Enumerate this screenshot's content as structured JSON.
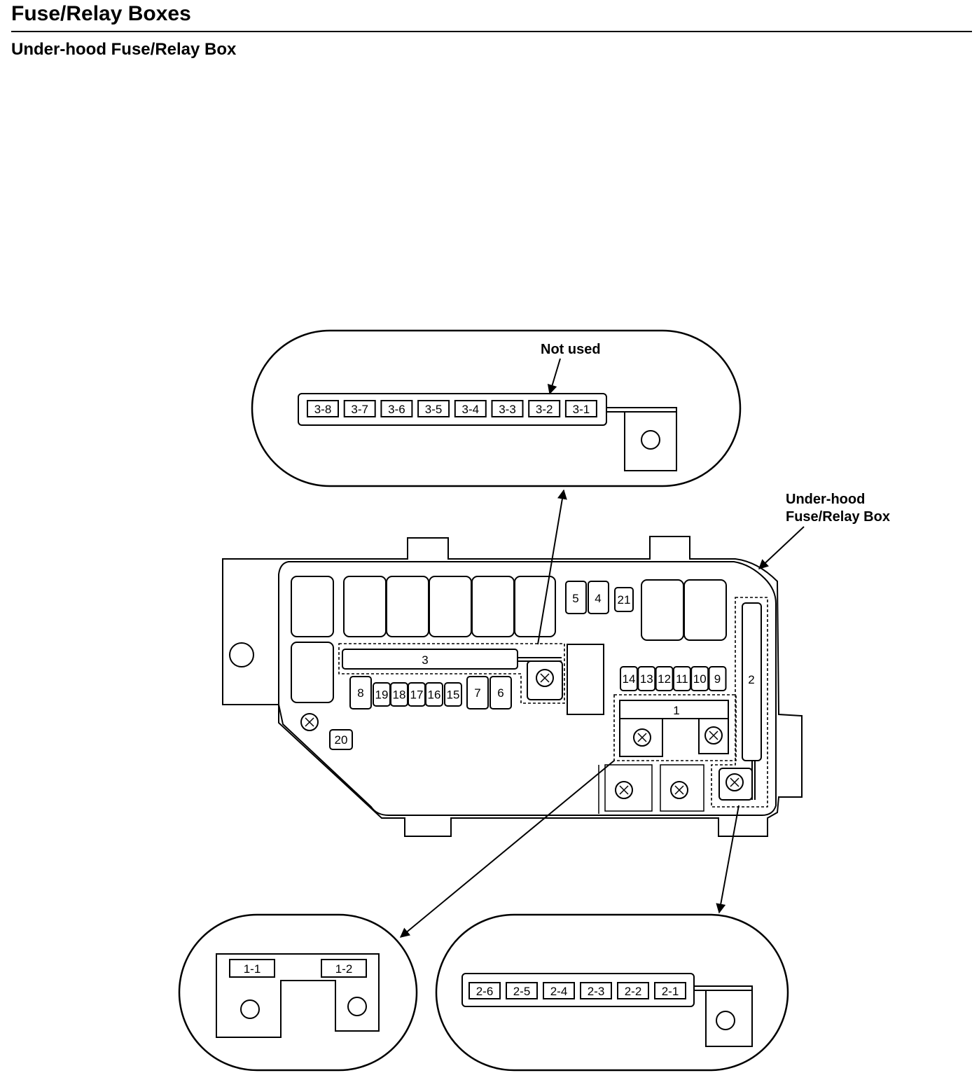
{
  "header": {
    "title": "Fuse/Relay Boxes",
    "subtitle": "Under-hood Fuse/Relay Box"
  },
  "callouts": {
    "not_used": "Not used",
    "box_line1": "Under-hood",
    "box_line2": "Fuse/Relay Box"
  },
  "main_box": {
    "fuses_top": [
      "5",
      "4",
      "21"
    ],
    "fuses_row_left": [
      "8",
      "19",
      "18",
      "17",
      "16",
      "15",
      "7",
      "6"
    ],
    "fuses_row_right": [
      "14",
      "13",
      "12",
      "11",
      "10",
      "9"
    ],
    "fuse_20": "20",
    "block_1": "1",
    "block_2": "2",
    "block_3": "3"
  },
  "detail_3": [
    "3-8",
    "3-7",
    "3-6",
    "3-5",
    "3-4",
    "3-3",
    "3-2",
    "3-1"
  ],
  "detail_1": [
    "1-1",
    "1-2"
  ],
  "detail_2": [
    "2-6",
    "2-5",
    "2-4",
    "2-3",
    "2-2",
    "2-1"
  ]
}
